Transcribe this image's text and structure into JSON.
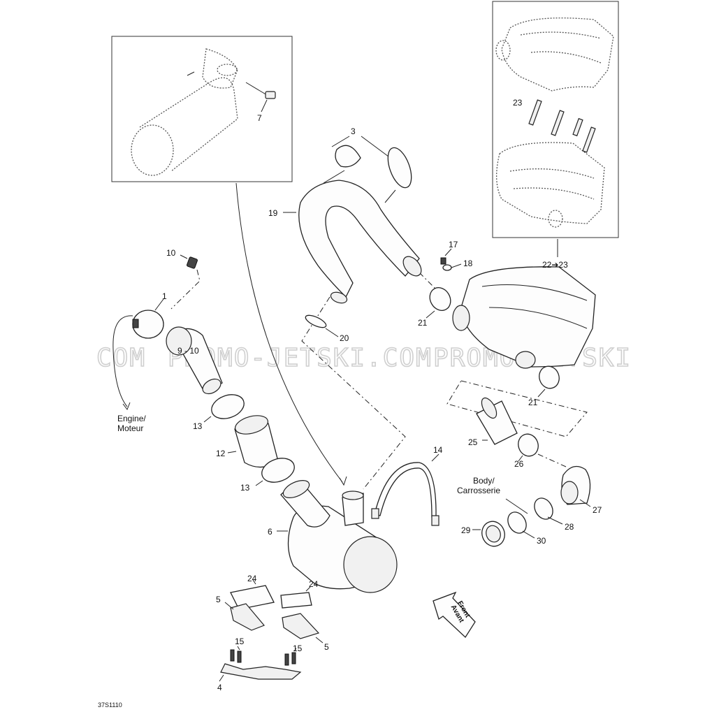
{
  "watermark": {
    "left": "COM",
    "middle": "PROMO-JETSKI.COM",
    "right": "PROMO-JETSKI"
  },
  "labels": {
    "p1": "1",
    "p3": "3",
    "p4": "4",
    "p5a": "5",
    "p5b": "5",
    "p6": "6",
    "p7": "7",
    "p9_10": "9 - 10",
    "p10": "10",
    "p12": "12",
    "p13a": "13",
    "p13b": "13",
    "p14": "14",
    "p15a": "15",
    "p15b": "15",
    "p17": "17",
    "p18": "18",
    "p19": "19",
    "p20": "20",
    "p21a": "21",
    "p21b": "21",
    "p22_23": "22➔23",
    "p23": "23",
    "p24a": "24",
    "p24b": "24",
    "p25": "25",
    "p26": "26",
    "p27": "27",
    "p28": "28",
    "p29": "29",
    "p30": "30"
  },
  "notes": {
    "engine_en": "Engine/",
    "engine_fr": "Moteur",
    "body_en": "Body/",
    "body_fr": "Carrosserie",
    "front_en": "Front",
    "front_fr": "Avant"
  },
  "drawing_code": "37S1110"
}
